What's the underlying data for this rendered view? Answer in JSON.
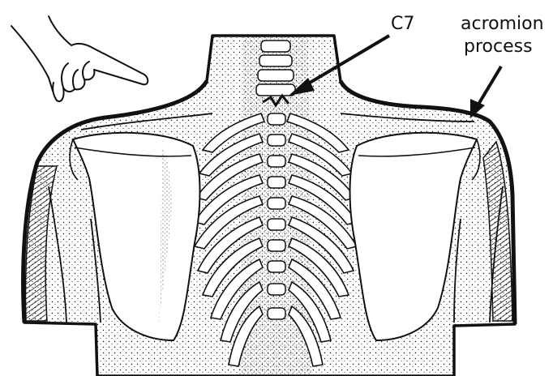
{
  "labels": {
    "c7": "C7",
    "acromion_line1": "acromion",
    "acromion_line2": "process"
  },
  "colors": {
    "ink": "#111111",
    "paper": "#ffffff"
  },
  "icons": [
    "pointing-hand-icon"
  ]
}
